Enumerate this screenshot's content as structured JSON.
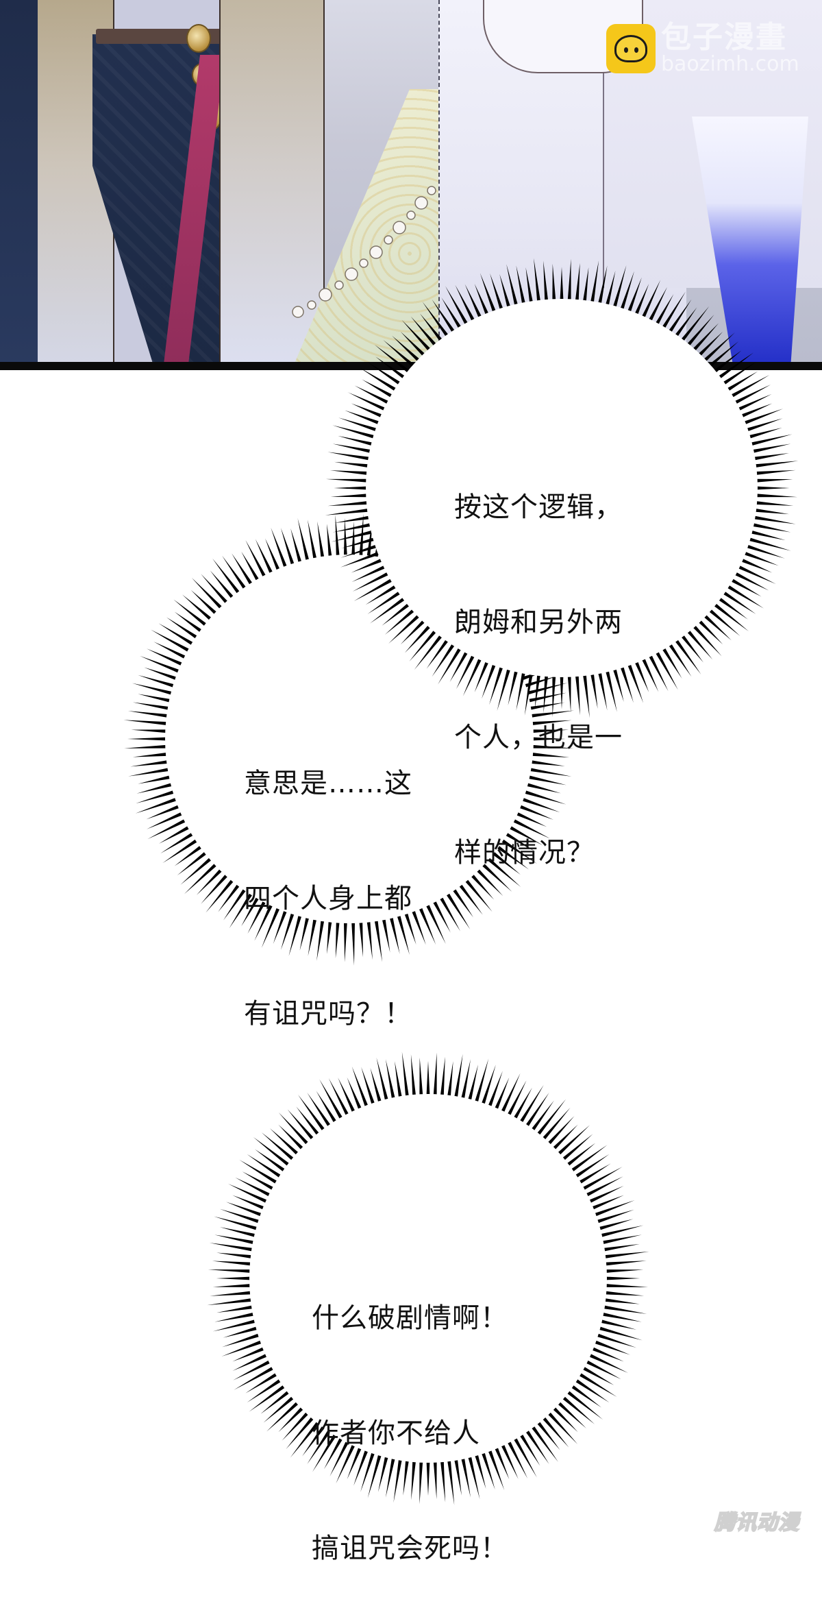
{
  "panel": {
    "watermark": {
      "title": "包子漫畫",
      "url": "baozimh.com",
      "logo_icon": "steamed-bun-icon",
      "logo_color": "#f5c71a"
    },
    "border_color": "#0a0a0a"
  },
  "bubbles": [
    {
      "id": "bubble-1",
      "style": "burst",
      "lines": [
        "按这个逻辑，",
        "朗姆和另外两",
        "个人，也是一",
        "样的情况？"
      ]
    },
    {
      "id": "bubble-2",
      "style": "burst",
      "lines": [
        "意思是……这",
        "四个人身上都",
        "有诅咒吗？！"
      ]
    },
    {
      "id": "bubble-3",
      "style": "burst",
      "lines": [
        "什么破剧情啊！",
        "作者你不给人",
        "搞诅咒会死吗！"
      ]
    }
  ],
  "footer": {
    "watermark": "腾讯动漫"
  },
  "colors": {
    "text": "#111111",
    "bubble_fill": "#ffffff",
    "burst_lines": "#000000",
    "tail_blue": "#2430c8",
    "sash": "#b23a6a",
    "robe": "#22304f"
  }
}
